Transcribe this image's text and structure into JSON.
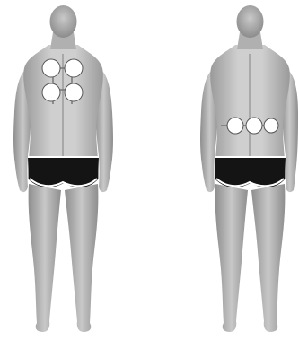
{
  "figures": [
    {
      "id": "figure-left",
      "view": "back",
      "electrode_placement": "upper-back",
      "electrode_count": 4
    },
    {
      "id": "figure-right",
      "view": "back",
      "electrode_placement": "lower-back",
      "electrode_count": 3
    }
  ],
  "colors": {
    "skin_light": "#d2d2d2",
    "skin_mid": "#b4b4b4",
    "skin_dark": "#8a8a8a",
    "underwear": "#141414",
    "underwear_waistband": "#ffffff",
    "electrode_fill": "#ffffff",
    "electrode_stroke": "#555555"
  }
}
